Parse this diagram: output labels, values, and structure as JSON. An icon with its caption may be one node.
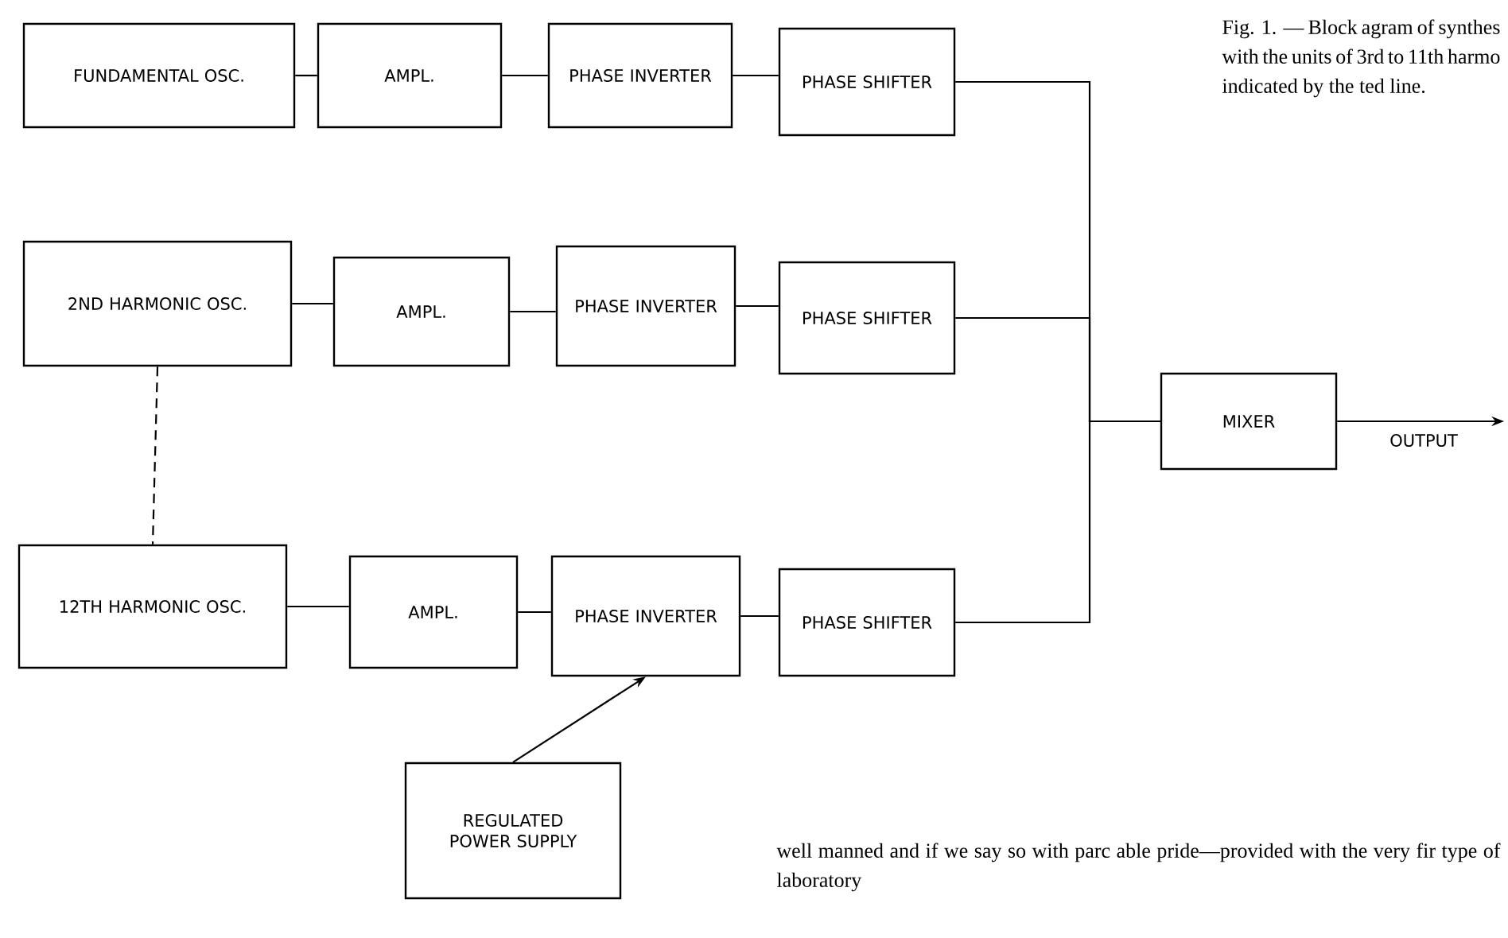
{
  "diagram": {
    "caption": "Fig. 1. — Block agram of synthes with the units of 3rd to 11th harmo indicated by the ted line.",
    "nodes": [
      {
        "text": [
          "FUNDAMENTAL OSC."
        ]
      },
      {
        "text": [
          "AMPL."
        ]
      },
      {
        "text": [
          "PHASE INVERTER"
        ]
      },
      {
        "text": [
          "PHASE SHIFTER"
        ]
      },
      {
        "text": [
          "2ND HARMONIC OSC."
        ]
      },
      {
        "text": [
          "AMPL."
        ]
      },
      {
        "text": [
          "PHASE INVERTER"
        ]
      },
      {
        "text": [
          "PHASE SHIFTER"
        ]
      },
      {
        "text": [
          "12TH HARMONIC OSC."
        ]
      },
      {
        "text": [
          "AMPL."
        ]
      },
      {
        "text": [
          "PHASE INVERTER"
        ]
      },
      {
        "text": [
          "PHASE SHIFTER"
        ]
      },
      {
        "text": [
          "MIXER"
        ]
      },
      {
        "text": [
          "REGULATED POWER SUPPLY"
        ]
      }
    ],
    "edges": [
      {
        "from": 0,
        "to": 1,
        "arrow": "none"
      },
      {
        "from": 1,
        "to": 2,
        "arrow": "none"
      },
      {
        "from": 2,
        "to": 3,
        "arrow": "none"
      },
      {
        "from": 4,
        "to": 5,
        "arrow": "none"
      },
      {
        "from": 5,
        "to": 6,
        "arrow": "none"
      },
      {
        "from": 6,
        "to": 7,
        "arrow": "none"
      },
      {
        "from": 8,
        "to": 9,
        "arrow": "none"
      },
      {
        "from": 9,
        "to": 10,
        "arrow": "none"
      },
      {
        "from": 10,
        "to": 11,
        "arrow": "none"
      },
      {
        "from": 3,
        "to": 12,
        "arrow": "none"
      },
      {
        "from": 7,
        "to": 12,
        "arrow": "none"
      },
      {
        "from": 11,
        "to": 12,
        "arrow": "none"
      },
      {
        "from": 4,
        "to": 8,
        "arrow": "none",
        "style": "dashed"
      },
      {
        "from": 13,
        "to": 10,
        "arrow": "to"
      },
      {
        "from": 12,
        "to": null,
        "arrow": "to",
        "label": "OUTPUT"
      }
    ],
    "labels": [
      "well manned and if we say so with parc able pride—provided with the very fir type of laboratory"
    ]
  }
}
